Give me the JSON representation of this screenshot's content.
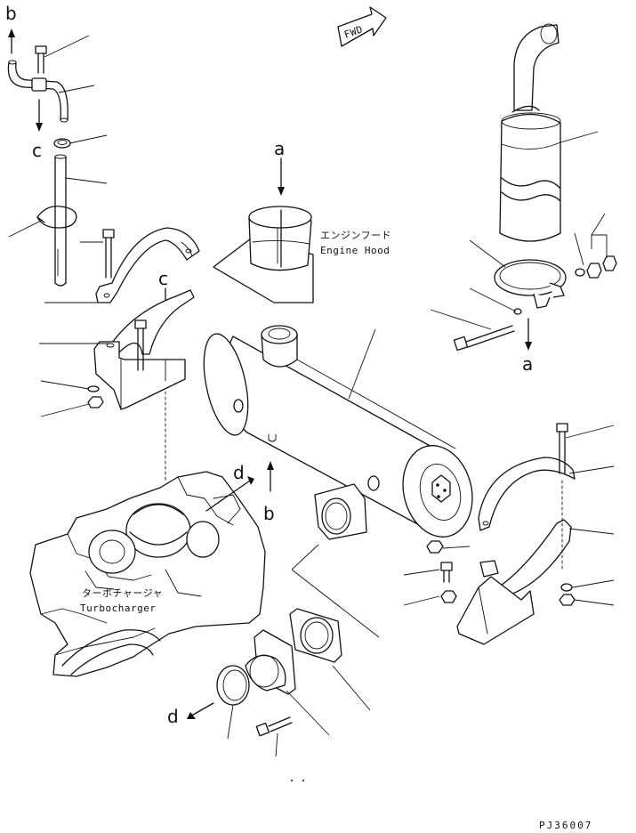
{
  "letters": {
    "a_top": "a",
    "a_right": "a",
    "b_top": "b",
    "b_center": "b",
    "c_left": "c",
    "c_mid": "c",
    "d_turbo": "d",
    "d_bottom": "d"
  },
  "fwd_label": "FWD",
  "engine_hood": {
    "jp": "エンジンフード",
    "en": "Engine Hood"
  },
  "turbocharger": {
    "jp": "ターボチャージャ",
    "en": "Turbocharger"
  },
  "drawing_code": "PJ36007"
}
